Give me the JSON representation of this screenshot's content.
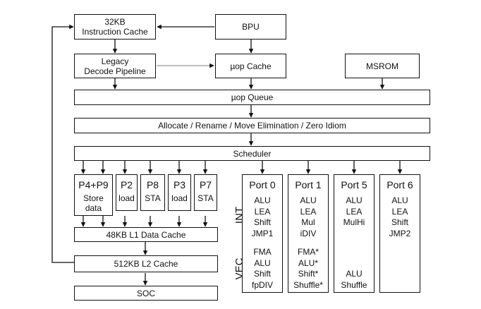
{
  "frontend": {
    "icache": [
      "32KB",
      "Instruction Cache"
    ],
    "bpu": "BPU",
    "legacy_decode": [
      "Legacy",
      "Decode Pipeline"
    ],
    "uop_cache": "µop Cache",
    "msrom": "MSROM",
    "uop_queue": "µop Queue",
    "allocate": "Allocate / Rename / Move Elimination / Zero Idiom",
    "scheduler": "Scheduler"
  },
  "memory_ports": [
    {
      "name": "P4+P9",
      "role": [
        "Store",
        "data"
      ]
    },
    {
      "name": "P2",
      "role": [
        "load"
      ]
    },
    {
      "name": "P8",
      "role": [
        "STA"
      ]
    },
    {
      "name": "P3",
      "role": [
        "load"
      ]
    },
    {
      "name": "P7",
      "role": [
        "STA"
      ]
    }
  ],
  "caches": {
    "l1d": "48KB L1 Data Cache",
    "l2": "512KB L2 Cache",
    "soc": "SOC"
  },
  "section_labels": {
    "int": "INT",
    "vec": "VEC"
  },
  "exec_ports": [
    {
      "name": "Port 0",
      "int_ops": [
        "ALU",
        "LEA",
        "Shift",
        "JMP1"
      ],
      "vec_ops": [
        "FMA",
        "ALU",
        "Shift",
        "fpDIV"
      ]
    },
    {
      "name": "Port 1",
      "int_ops": [
        "ALU",
        "LEA",
        "Mul",
        "iDIV"
      ],
      "vec_ops": [
        "FMA*",
        "ALU*",
        "Shift*",
        "Shuffle*"
      ]
    },
    {
      "name": "Port 5",
      "int_ops": [
        "ALU",
        "LEA",
        "MulHi"
      ],
      "vec_ops": [
        "",
        "",
        "ALU",
        "Shuffle"
      ]
    },
    {
      "name": "Port 6",
      "int_ops": [
        "ALU",
        "LEA",
        "Shift",
        "JMP2"
      ],
      "vec_ops": []
    }
  ]
}
